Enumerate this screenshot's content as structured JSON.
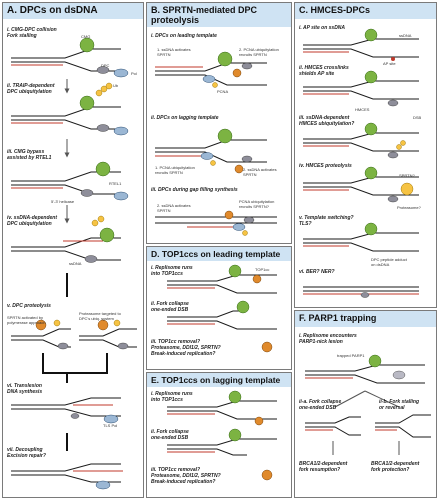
{
  "colors": {
    "title_bg": "#cfe3f3",
    "strand": "#1a1a1a",
    "new_strand": "#c0392b",
    "cmg": "#7cb342",
    "dpc": "#8e8e9a",
    "ub": "#f6c343",
    "pol": "#9bb7d4"
  },
  "panelA": {
    "title": "A. DPCs on dsDNA",
    "step1": "i. CMG-DPC collision\nFork stalling",
    "step2": "ii. TRAIP-dependent\nDPC ubiquitylation",
    "step3": "iii. CMG bypass\nassisted by RTEL1",
    "step4": "iv. ssDNA-dependent\nDPC ubiquitylation",
    "step5": "v. DPC proteolysis",
    "step6": "vi. Translesion\nDNA synthesis",
    "step7": "vii. Decoupling\nExcision repair?",
    "label_dpc": "DPC",
    "label_cmg": "CMG",
    "label_pol": "Pol",
    "label_ub": "Ub",
    "label_rtel1": "5'-3' helicase",
    "label_rtel": "RTEL1",
    "label_ssdna": "ssDNA",
    "label_sprtn": "SPRTN activated by\npolymerase approach",
    "label_proteasome": "Proteasome targeted to\nDPC's ubiq. system",
    "label_tls": "TLS Pol"
  },
  "panelB": {
    "title": "B. SPRTN-mediated DPC\nproteolysis",
    "step1": "i. DPCs on leading template",
    "step2": "ii. DPCs on lagging template",
    "step3": "iii. DPCs during gap filling synthesis",
    "label1": "1. ssDNA activates\nSPRTN",
    "label2": "2. PCNA ubiquitylation\nrecruits SPRTN",
    "label3": "1. PCNA ubiquitylation\nrecruits SPRTN",
    "label4": "2. ssDNA activates\nSPRTN",
    "label5": "2. ssDNA activates\nSPRTN",
    "label6": "PCNA ubiquitylation\nrecruits SPRTN?",
    "label_pcna": "PCNA"
  },
  "panelC": {
    "title": "C. HMCES-DPCs",
    "step1": "i. AP site on ssDNA",
    "step2": "ii. HMCES crosslinks\nshields AP site",
    "step3": "iii. ssDNA-dependent\nHMCES ubiquitylation?",
    "step4": "iv. HMCES proteolysis",
    "step5": "v. Template switching?\nTLS?",
    "step6": "vi. BER? NER?",
    "label_ssdna": "ssDNA",
    "label_ap": "AP site",
    "label_hmces": "HMCES",
    "label_dsb": "DSB",
    "label_sprtn": "SPRTN?",
    "label_prot": "Proteasome?",
    "label_peptide": "DPC peptide adduct\non dsDNA"
  },
  "panelD": {
    "title": "D. TOP1ccs on leading template",
    "step1": "i. Replisome runs\ninto TOP1ccs",
    "step2": "ii. Fork collapse\none-ended DSB",
    "step3": "iii. TOP1cc removal?\nProteasome, DDI1/2, SPRTN?\nBreak-induced replication?",
    "label_top": "TOP1cc"
  },
  "panelE": {
    "title": "E. TOP1ccs on lagging template",
    "step1": "i. Replisome runs\ninto TOP1ccs",
    "step2": "ii. Fork collapse\none-ended DSB",
    "step3": "iii. TOP1cc removal?\nProteasome, DDI1/2, SPRTN?\nBreak-induced replication?"
  },
  "panelF": {
    "title": "F. PARP1 trapping",
    "step1": "i. Replisome encounters\nPARP1-nick lesion",
    "step2a": "ii-a. Fork collapse\none-ended DSB",
    "step2b": "ii-b. Fork stalling\nor reversal",
    "step3a": "BRCA1/2-dependent\nfork resumption?",
    "step3b": "BRCA1/2-dependent\nfork protection?",
    "label_parp": "trapped PARP1"
  }
}
